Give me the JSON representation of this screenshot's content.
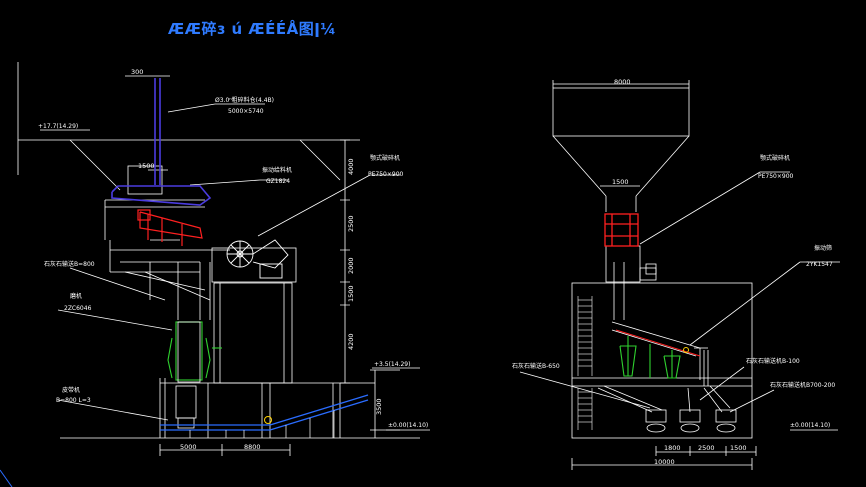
{
  "title": "ÆÆ碎ɜ ú ÆÉÉÅ图ǀ¼",
  "left_view": {
    "dim_top": "300",
    "dim_chute": "1500",
    "elev_top": "+17.7(14.29)",
    "elev_right": "+3.5(14.29)",
    "elev_ground": "±0.00(14.10)",
    "label_bin": "Ø3.0ⁿ粗碎料仓(4.4B)",
    "label_bin_sub": "5000×5740",
    "label_feeder": "振动给料机",
    "label_feeder_sub": "GZ1824",
    "label_crusher": "颚式破碎机",
    "label_crusher_sub": "PE750×900",
    "label_conveyor_a": "石灰石输送B=800",
    "label_mill": "磨机",
    "label_mill_sub": "2ZC6046",
    "label_belt": "皮带机",
    "label_belt_sub": "B=800 L=3",
    "dims_vertical": [
      "4000",
      "2500",
      "2000",
      "1500",
      "4200",
      "3500"
    ],
    "dims_bottom": [
      "5000",
      "8800"
    ]
  },
  "right_view": {
    "dim_top": "8000",
    "dim_chute": "1500",
    "label_crusher": "颚式破碎机",
    "label_crusher_sub": "PE750×900",
    "label_screen": "振动筛",
    "label_screen_sub": "2YK1547",
    "label_out1": "石灰石输送B-650",
    "label_out2": "石灰石输送机B-100",
    "label_out3": "石灰石输送机B700-200",
    "elev_ground": "±0.00(14.10)",
    "dims_bottom": [
      "1800",
      "2500",
      "1500"
    ],
    "dim_total": "10000"
  },
  "colors": {
    "title": "#2f7bff",
    "line": "#ffffff",
    "pipe": "#4b3ce0",
    "equipment_red": "#ff2020",
    "equipment_green": "#2fd12f",
    "conveyor_blue": "#2a6cff",
    "yellow": "#ffd000"
  }
}
